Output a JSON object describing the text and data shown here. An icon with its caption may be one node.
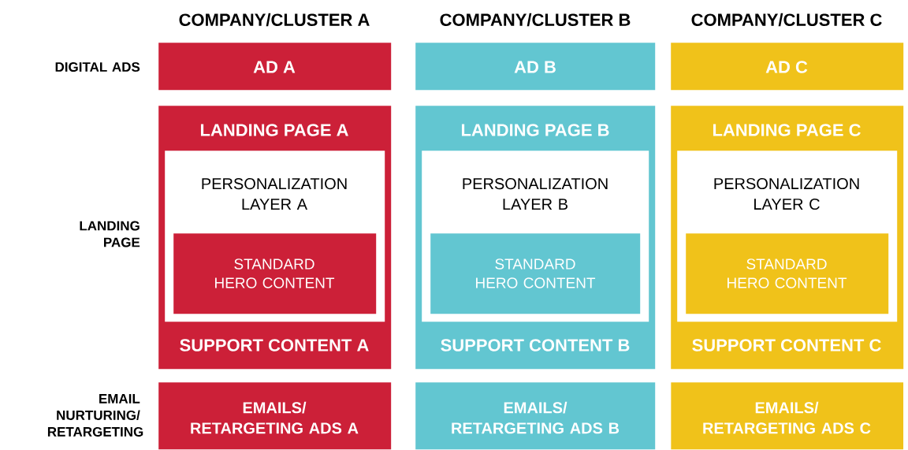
{
  "diagram": {
    "nodes": [
      {
        "text": [
          "AD A"
        ]
      },
      {
        "text": [
          "AD B"
        ]
      },
      {
        "text": [
          "AD C"
        ]
      },
      {
        "text": [
          "LANDING PAGE A",
          "SUPPORT CONTENT A"
        ]
      },
      {
        "text": [
          "PERSONALIZATION LAYER A"
        ],
        "in": 3
      },
      {
        "text": [
          "STANDARD HERO CONTENT"
        ],
        "in": 4
      },
      {
        "text": [
          "LANDING PAGE B",
          "SUPPORT CONTENT B"
        ]
      },
      {
        "text": [
          "PERSONALIZATION LAYER B"
        ],
        "in": 6
      },
      {
        "text": [
          "STANDARD HERO CONTENT"
        ],
        "in": 7
      },
      {
        "text": [
          "LANDING PAGE C",
          "SUPPORT CONTENT C"
        ]
      },
      {
        "text": [
          "PERSONALIZATION LAYER C"
        ],
        "in": 9
      },
      {
        "text": [
          "STANDARD HERO CONTENT"
        ],
        "in": 10
      },
      {
        "text": [
          "EMAILS/ RETARGETING ADS A"
        ]
      },
      {
        "text": [
          "EMAILS/ RETARGETING ADS B"
        ]
      },
      {
        "text": [
          "EMAILS/ RETARGETING ADS C"
        ]
      }
    ],
    "labels": [
      "COMPANY/CLUSTER A",
      "COMPANY/CLUSTER B",
      "COMPANY/CLUSTER C",
      "DIGITAL ADS",
      "LANDING PAGE",
      "EMAIL NURTURING/ RETARGETING"
    ]
  }
}
